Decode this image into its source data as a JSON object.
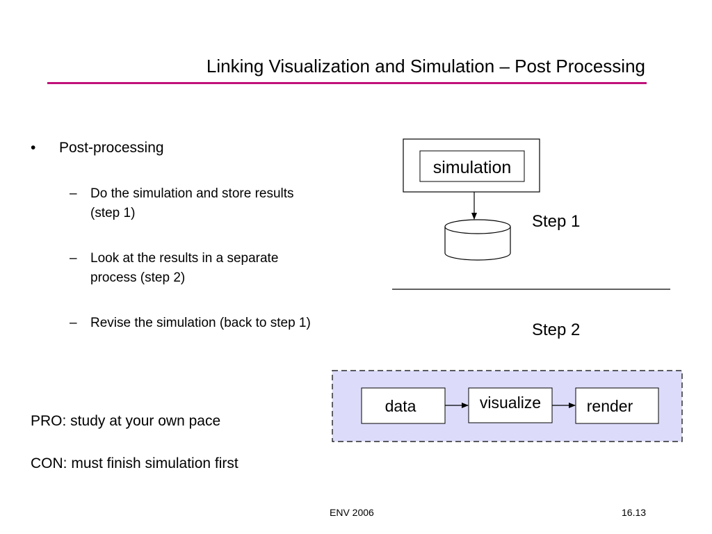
{
  "slide": {
    "title": "Linking Visualization and Simulation – Post Processing",
    "accent_color": "#c0117a"
  },
  "bullets": {
    "main": {
      "marker": "•",
      "text": "Post-processing"
    },
    "subs": [
      {
        "marker": "–",
        "text": "Do the simulation and store results (step 1)"
      },
      {
        "marker": "–",
        "text": "Look at the results in a separate process (step 2)"
      },
      {
        "marker": "–",
        "text": "Revise the simulation (back to step 1)"
      }
    ]
  },
  "pro": "PRO: study at your own pace",
  "con": "CON: must finish simulation first",
  "diagram": {
    "simulation_label": "simulation",
    "step1_label": "Step 1",
    "step2_label": "Step 2",
    "pipeline": {
      "data_label": "data",
      "visualize_label": "visualize",
      "render_label": "render",
      "background_color": "#dcdcfa"
    }
  },
  "footer": {
    "center": "ENV 2006",
    "right": "16.13"
  }
}
